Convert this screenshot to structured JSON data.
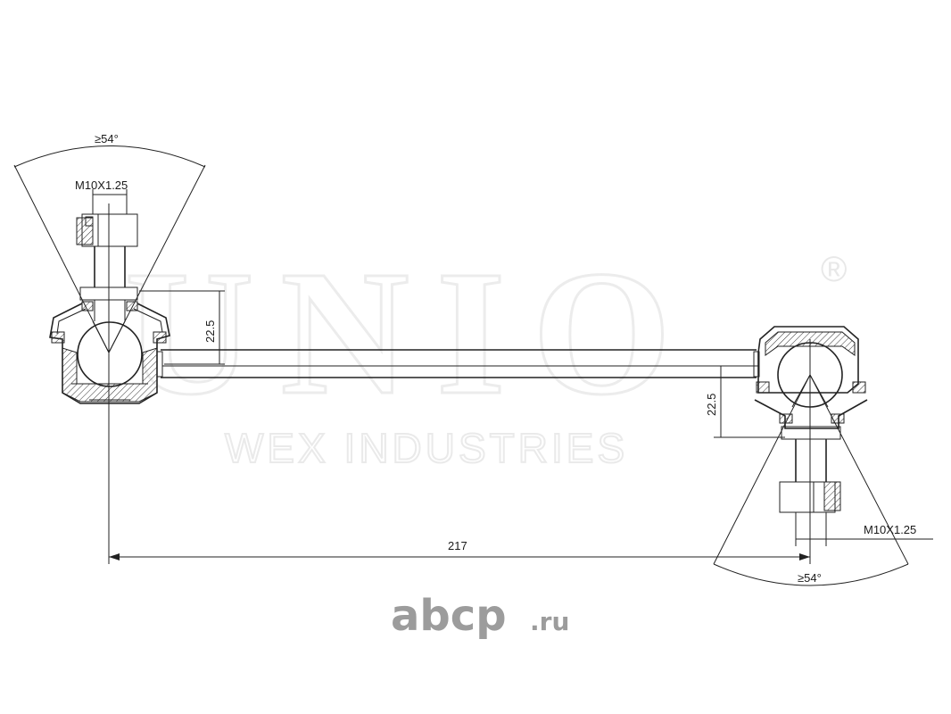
{
  "watermark": {
    "brand": "UNIO",
    "registered": "®",
    "company": "WEX INDUSTRIES"
  },
  "logo": {
    "name": "abcp",
    "tld": ".ru"
  },
  "dimensions": {
    "left_angle": "≥54°",
    "left_thread": "M10X1.25",
    "left_height": "22.5",
    "right_height": "22.5",
    "right_thread": "M10X1.25",
    "right_angle": "≥54°",
    "length": "217"
  }
}
